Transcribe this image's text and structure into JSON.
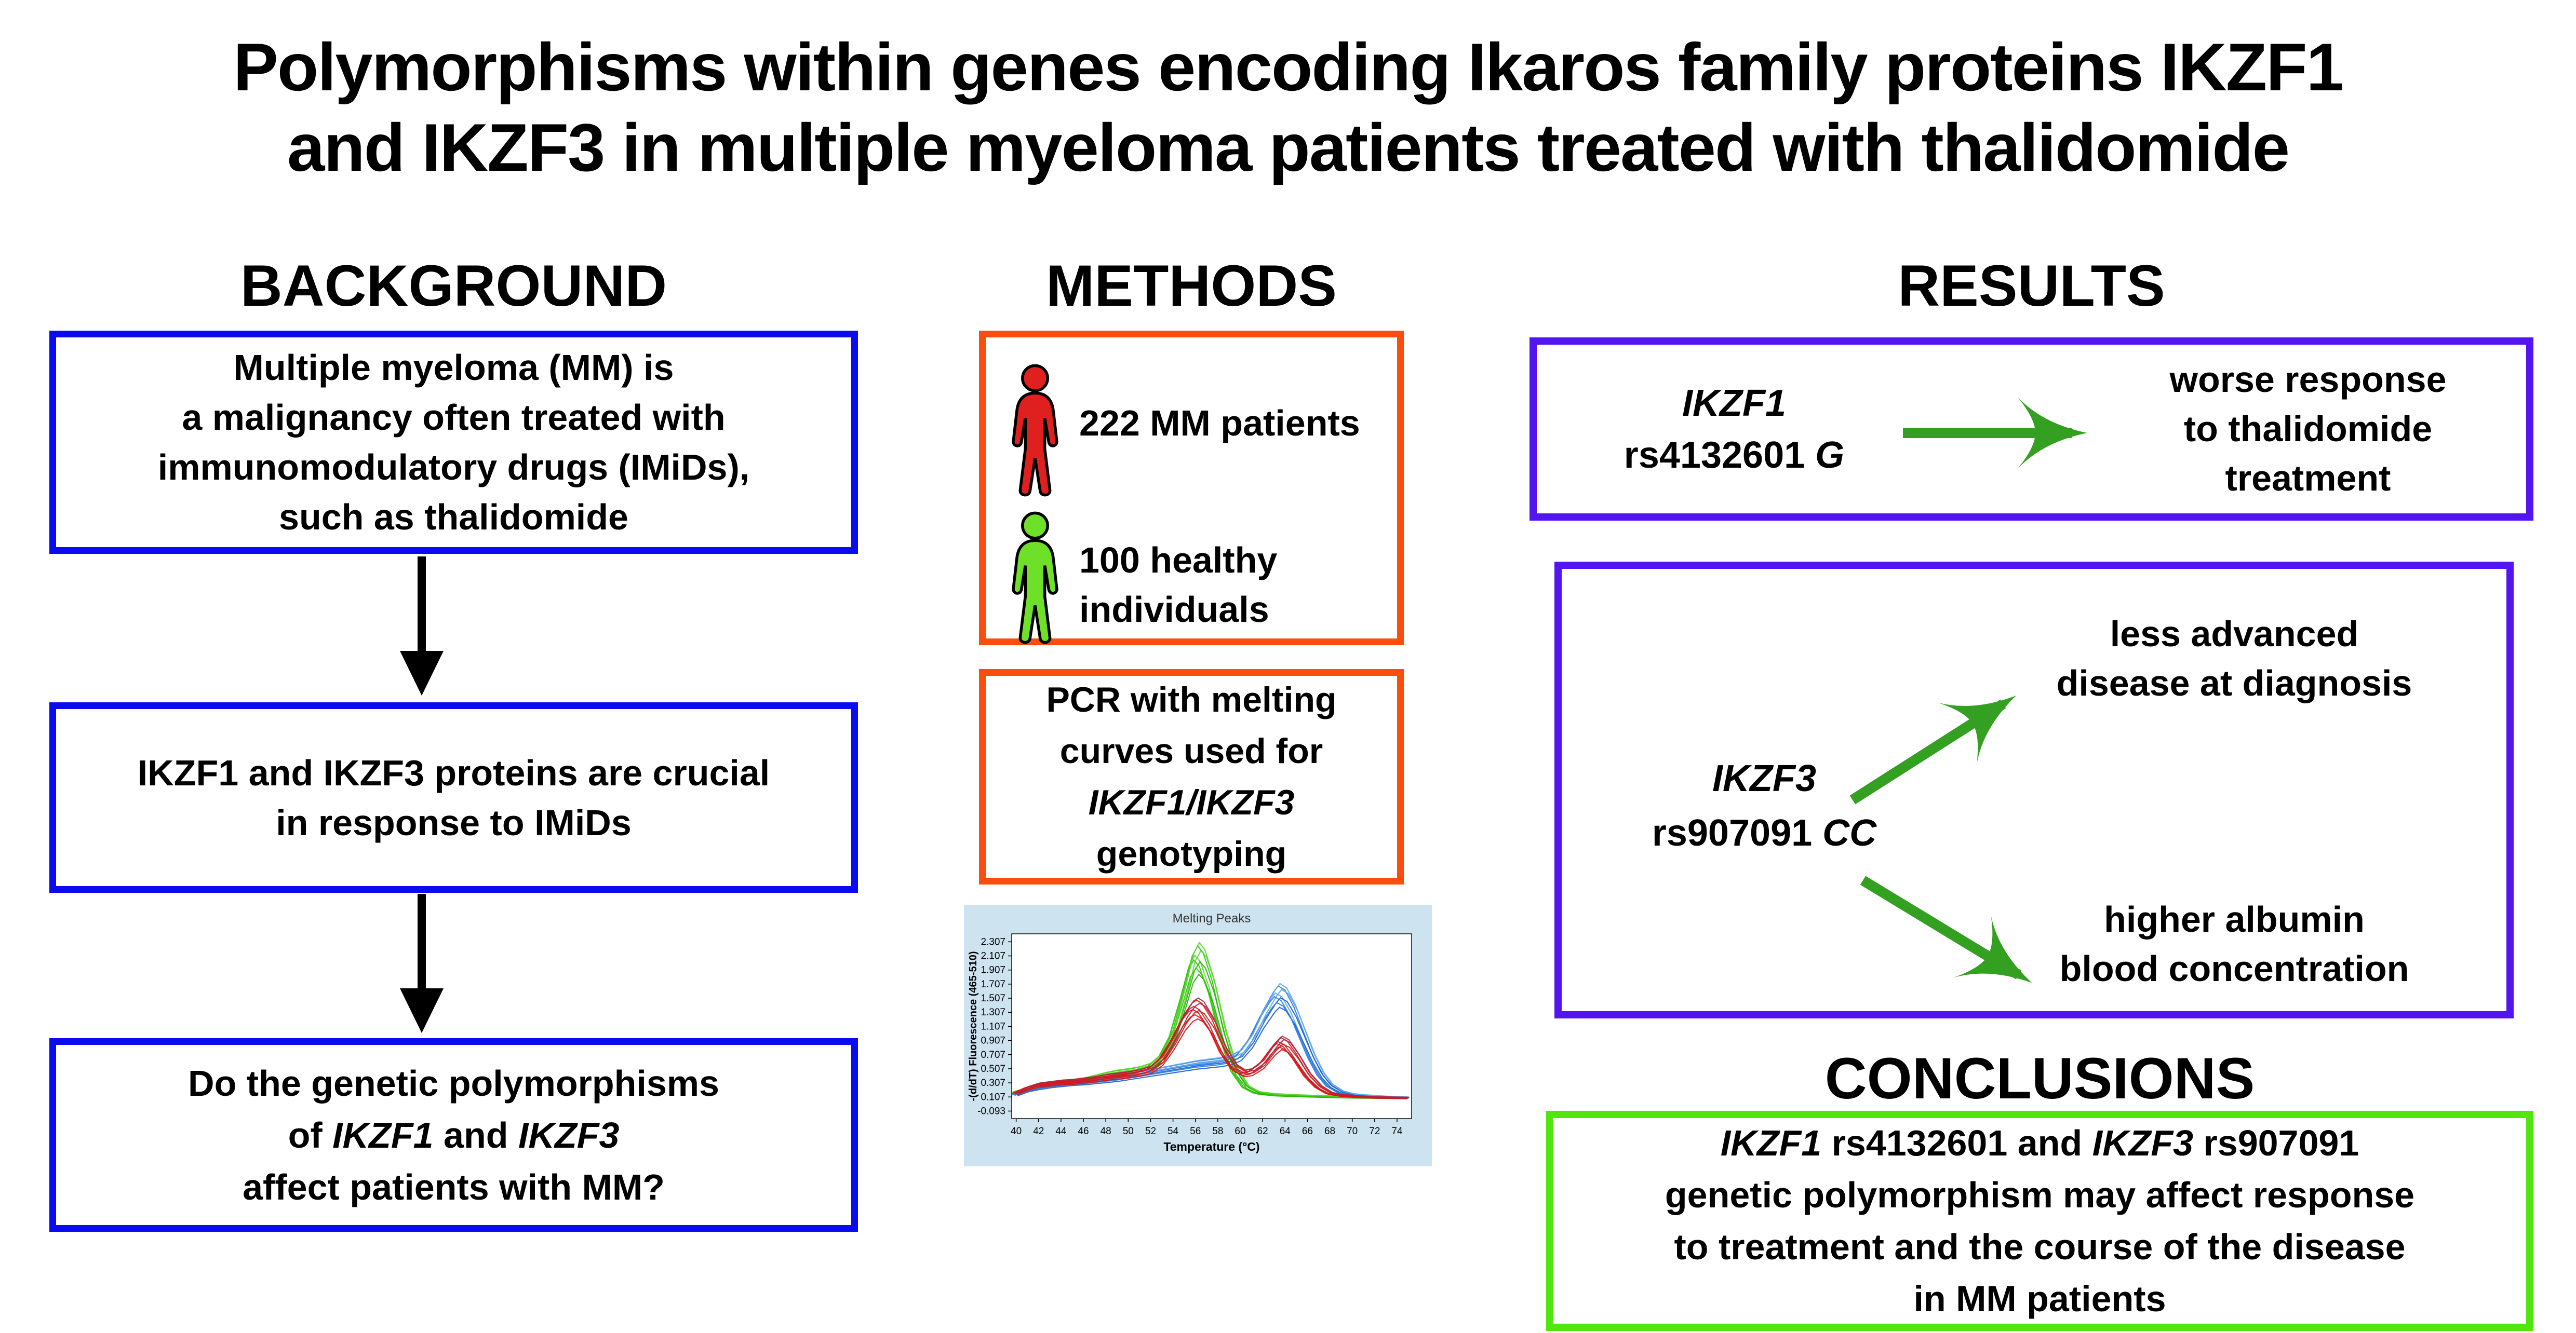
{
  "title": {
    "line1": "Polymorphisms within genes encoding Ikaros family proteins IKZF1",
    "line2": "and IKZF3 in multiple myeloma patients treated with thalidomide"
  },
  "background": {
    "header": "BACKGROUND",
    "box1": {
      "lines": [
        "Multiple myeloma (MM) is",
        "a malignancy often treated with",
        "immunomodulatory drugs (IMiDs),",
        "such as thalidomide"
      ]
    },
    "box2": {
      "lines": [
        "IKZF1 and IKZF3 proteins are crucial",
        "in response to IMiDs"
      ]
    },
    "box3": {
      "line1": "Do the genetic polymorphisms",
      "line2_pre": "of ",
      "line2_gene1": "IKZF1",
      "line2_mid": " and ",
      "line2_gene2": "IKZF3",
      "line3": "affect patients with MM?"
    }
  },
  "methods": {
    "header": "METHODS",
    "patients": {
      "item1": "222 MM patients",
      "item2_line1": "100 healthy",
      "item2_line2": "individuals"
    },
    "pcr": {
      "line1": "PCR with melting",
      "line2": "curves used for",
      "line3_italic": "IKZF1/IKZF3",
      "line4": "genotyping"
    }
  },
  "results": {
    "header": "RESULTS",
    "box1": {
      "gene": "IKZF1",
      "variant_prefix": "rs4132601 ",
      "allele": "G",
      "outcome_lines": [
        "worse response",
        "to thalidomide",
        "treatment"
      ]
    },
    "box2": {
      "gene": "IKZF3",
      "variant_prefix": "rs907091 ",
      "allele": "CC",
      "outcome_top": [
        "less advanced",
        "disease at diagnosis"
      ],
      "outcome_bottom": [
        "higher albumin",
        "blood concentration"
      ]
    }
  },
  "conclusions": {
    "header": "CONCLUSIONS",
    "line1_gene1": "IKZF1",
    "line1_mid": " rs4132601 and ",
    "line1_gene2": "IKZF3",
    "line1_end": " rs907091",
    "line2": "genetic polymorphism may affect response",
    "line3": "to treatment and the course of the disease",
    "line4": "in MM patients"
  },
  "colors": {
    "blue": "#0b0bf2",
    "orange": "#fb4e0c",
    "purple": "#5315ef",
    "green_border": "#4fe70e",
    "green_arrow": "#33a021",
    "red_person": "#e01f1f",
    "green_person": "#6fe028",
    "black": "#000000",
    "chart_bg": "#cde3ef"
  },
  "chart_data": {
    "type": "line",
    "title": "Melting Peaks",
    "xlabel": "Temperature (°C)",
    "ylabel": "-(d/dT) Fluorescence (465-510)",
    "xlim": [
      39.6,
      75.3
    ],
    "ylim": [
      -0.2,
      2.42
    ],
    "grid": false,
    "legend": "none",
    "plot_background": "#ffffff",
    "background": "#cde3ef",
    "xticks": [
      40,
      42,
      44,
      46,
      48,
      50,
      52,
      54,
      56,
      58,
      60,
      62,
      64,
      66,
      68,
      70,
      72,
      74
    ],
    "yticks": [
      "2.307",
      "2.107",
      "1.907",
      "1.707",
      "1.507",
      "1.307",
      "1.107",
      "0.907",
      "0.707",
      "0.507",
      "0.307",
      "0.107",
      "-0.093"
    ],
    "series": [
      {
        "name": "green genotype curves (single peak ~56 C, max ~2.25)",
        "shades": [
          "#2fc40c",
          "#57d92b",
          "#27b105"
        ],
        "points": [
          [
            40,
            0.19
          ],
          [
            41,
            0.24
          ],
          [
            42,
            0.28
          ],
          [
            43,
            0.31
          ],
          [
            44,
            0.33
          ],
          [
            45,
            0.35
          ],
          [
            46,
            0.37
          ],
          [
            47,
            0.41
          ],
          [
            48,
            0.45
          ],
          [
            49,
            0.48
          ],
          [
            50,
            0.5
          ],
          [
            51,
            0.53
          ],
          [
            52,
            0.58
          ],
          [
            53,
            0.72
          ],
          [
            54,
            1.05
          ],
          [
            55,
            1.65
          ],
          [
            55.7,
            2.1
          ],
          [
            56.2,
            2.25
          ],
          [
            56.7,
            2.15
          ],
          [
            57.5,
            1.75
          ],
          [
            58.5,
            1.05
          ],
          [
            59.5,
            0.52
          ],
          [
            60.5,
            0.27
          ],
          [
            61.5,
            0.18
          ],
          [
            63,
            0.15
          ],
          [
            65,
            0.135
          ],
          [
            67,
            0.125
          ],
          [
            69,
            0.115
          ],
          [
            71,
            0.11
          ],
          [
            73,
            0.105
          ],
          [
            74.8,
            0.1
          ]
        ]
      },
      {
        "name": "blue genotype curves (single peak ~63.5 C, max ~1.7)",
        "shades": [
          "#2f7de0",
          "#5fa8ee",
          "#1b5fd0"
        ],
        "points": [
          [
            40,
            0.15
          ],
          [
            41,
            0.22
          ],
          [
            42,
            0.26
          ],
          [
            43,
            0.29
          ],
          [
            44,
            0.31
          ],
          [
            45,
            0.33
          ],
          [
            46,
            0.34
          ],
          [
            47,
            0.36
          ],
          [
            48,
            0.38
          ],
          [
            49,
            0.4
          ],
          [
            50,
            0.43
          ],
          [
            51,
            0.46
          ],
          [
            52,
            0.49
          ],
          [
            53,
            0.52
          ],
          [
            54,
            0.55
          ],
          [
            55,
            0.58
          ],
          [
            56,
            0.61
          ],
          [
            57,
            0.63
          ],
          [
            58,
            0.65
          ],
          [
            59,
            0.68
          ],
          [
            60,
            0.76
          ],
          [
            61,
            0.98
          ],
          [
            62,
            1.32
          ],
          [
            63,
            1.6
          ],
          [
            63.4,
            1.68
          ],
          [
            64,
            1.62
          ],
          [
            64.8,
            1.38
          ],
          [
            65.6,
            1.05
          ],
          [
            66.4,
            0.72
          ],
          [
            67.2,
            0.46
          ],
          [
            68,
            0.29
          ],
          [
            69,
            0.19
          ],
          [
            70,
            0.15
          ],
          [
            71,
            0.135
          ],
          [
            72,
            0.125
          ],
          [
            73,
            0.115
          ],
          [
            74.8,
            0.11
          ]
        ]
      },
      {
        "name": "red genotype curves (two peaks ~56 C max ~1.5 and ~63.5 C max ~0.95)",
        "shades": [
          "#e11212",
          "#b22440",
          "#cc1a1a"
        ],
        "points": [
          [
            40,
            0.17
          ],
          [
            41,
            0.25
          ],
          [
            42,
            0.3
          ],
          [
            43,
            0.32
          ],
          [
            44,
            0.34
          ],
          [
            45,
            0.35
          ],
          [
            46,
            0.37
          ],
          [
            47,
            0.39
          ],
          [
            48,
            0.42
          ],
          [
            49,
            0.44
          ],
          [
            50,
            0.46
          ],
          [
            51,
            0.49
          ],
          [
            52,
            0.54
          ],
          [
            53,
            0.68
          ],
          [
            54,
            0.95
          ],
          [
            55,
            1.28
          ],
          [
            55.7,
            1.44
          ],
          [
            56.1,
            1.48
          ],
          [
            56.6,
            1.43
          ],
          [
            57.5,
            1.2
          ],
          [
            58.5,
            0.82
          ],
          [
            59.5,
            0.56
          ],
          [
            60.3,
            0.48
          ],
          [
            61,
            0.5
          ],
          [
            62,
            0.62
          ],
          [
            63,
            0.85
          ],
          [
            63.6,
            0.95
          ],
          [
            64.2,
            0.9
          ],
          [
            65,
            0.72
          ],
          [
            66,
            0.45
          ],
          [
            67,
            0.27
          ],
          [
            68,
            0.17
          ],
          [
            69,
            0.14
          ],
          [
            70,
            0.125
          ],
          [
            72,
            0.11
          ],
          [
            74.8,
            0.1
          ]
        ]
      }
    ]
  }
}
